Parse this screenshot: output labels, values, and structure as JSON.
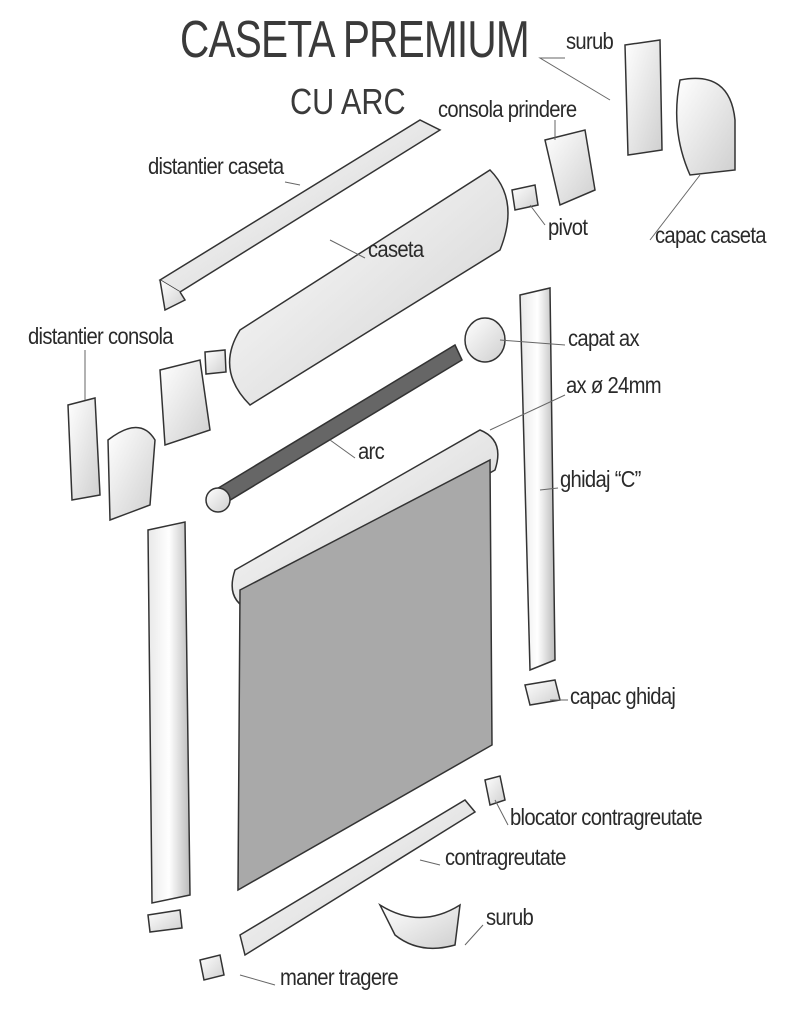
{
  "title": "CASETA PREMIUM",
  "subtitle": "CU ARC",
  "labels": {
    "surub_top": "surub",
    "consola_prindere": "consola prindere",
    "distantier_caseta": "distantier caseta",
    "caseta": "caseta",
    "pivot": "pivot",
    "capac_caseta": "capac caseta",
    "distantier_consola": "distantier consola",
    "capat_ax": "capat ax",
    "ax": "ax ø 24mm",
    "arc": "arc",
    "ghidaj": "ghidaj “C”",
    "capac_ghidaj": "capac ghidaj",
    "blocator": "blocator contragreutate",
    "contragreutate": "contragreutate",
    "surub_bottom": "surub",
    "maner": "maner tragere"
  }
}
